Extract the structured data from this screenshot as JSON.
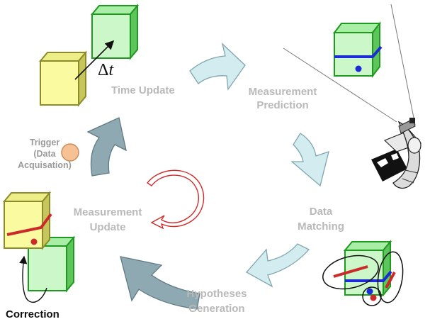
{
  "labels": {
    "time_update": "Time Update",
    "measurement_prediction_1": "Measurement",
    "measurement_prediction_2": "Prediction",
    "data_matching_1": "Data",
    "data_matching_2": "Matching",
    "hypotheses_generation_1": "Hypotheses",
    "hypotheses_generation_2": "Generation",
    "measurement_update_1": "Measurement",
    "measurement_update_2": "Update",
    "trigger_1": "Trigger",
    "trigger_2": "(Data",
    "trigger_3": "Acquisation)",
    "correction": "Correction",
    "delta_t_delta": "Δ",
    "delta_t_var": "t"
  },
  "colors": {
    "green_face": "#ccf7c8",
    "green_top": "#a8eea6",
    "green_side": "#5ec45c",
    "green_edge": "#1e9a1e",
    "yellow_face": "#fafaa0",
    "yellow_top": "#eeee88",
    "yellow_side": "#c6c65c",
    "yellow_edge": "#8c8c2a",
    "arrow_light_fill": "#d2ecf0",
    "arrow_light_edge": "#7fa6ae",
    "arrow_dark_fill": "#8ea9b2",
    "arrow_dark_edge": "#5f7a82",
    "circular_red": "#d02a2a",
    "measure_blue": "#1c2bd6",
    "measure_red": "#cc2a2a",
    "trigger_fill": "#f5c195",
    "trigger_edge": "#c98d5d"
  },
  "icons": [
    "astronomer-icon",
    "circular-arrow-icon",
    "trigger-circle-icon"
  ]
}
